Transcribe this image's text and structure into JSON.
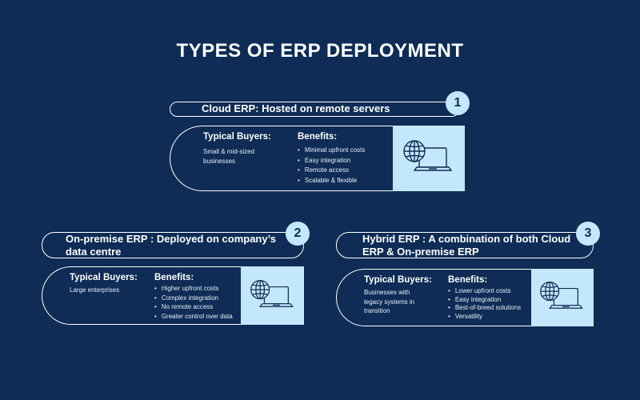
{
  "title": "TYPES OF ERP DEPLOYMENT",
  "colors": {
    "background": "#0e2c55",
    "accent": "#c4e8fb",
    "text": "#ffffff"
  },
  "types": [
    {
      "number": "1",
      "header_line1": "Cloud ERP:  Hosted on remote servers",
      "header_line2": "",
      "buyers_label": "Typical Buyers:",
      "buyers_text": "Small & mid-sized businesses",
      "benefits_label": "Benefits:",
      "benefits": [
        "Minimal upfront costs",
        "Easy integration",
        "Remote access",
        "Scalable & flexible"
      ],
      "icon": "globe-laptop-icon"
    },
    {
      "number": "2",
      "header_line1": "On-premise ERP :  Deployed on company’s",
      "header_line2": "data centre",
      "buyers_label": "Typical Buyers:",
      "buyers_text": "Large enterprises",
      "benefits_label": "Benefits:",
      "benefits": [
        "Higher upfront costs",
        "Complex integration",
        "No remote access",
        "Greater control over data"
      ],
      "icon": "globe-laptop-icon"
    },
    {
      "number": "3",
      "header_line1": "Hybrid ERP :  A combination of both Cloud",
      "header_line2": "ERP & On-premise ERP",
      "buyers_label": "Typical Buyers:",
      "buyers_text": "Businesses with legacy systems in transition",
      "benefits_label": "Benefits:",
      "benefits": [
        "Lower upfront costs",
        "Easy integration",
        "Best-of-breed solutions",
        "Versatility"
      ],
      "icon": "globe-laptop-icon"
    }
  ]
}
